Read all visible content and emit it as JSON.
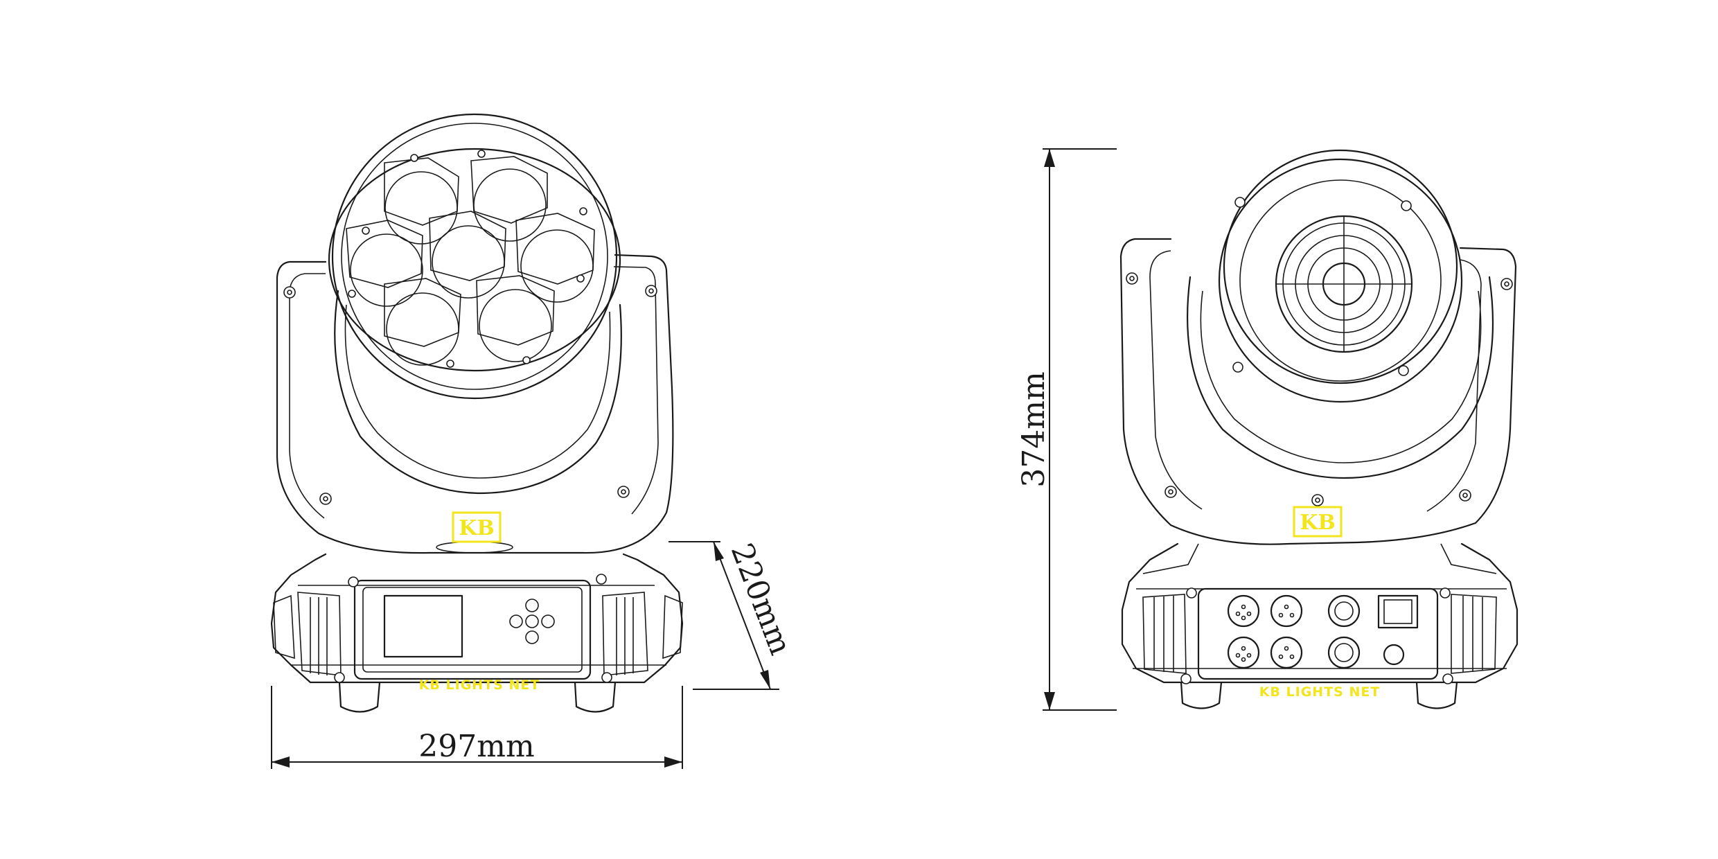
{
  "dimensions": {
    "width": "297mm",
    "depth": "220mm",
    "height": "374mm"
  },
  "logo": {
    "text": "KB"
  },
  "watermark": {
    "text": "KB LIGHTS NET"
  },
  "colors": {
    "line": "#1a1a1a",
    "brand_yellow": "#f2e51b",
    "background": "#ffffff"
  }
}
